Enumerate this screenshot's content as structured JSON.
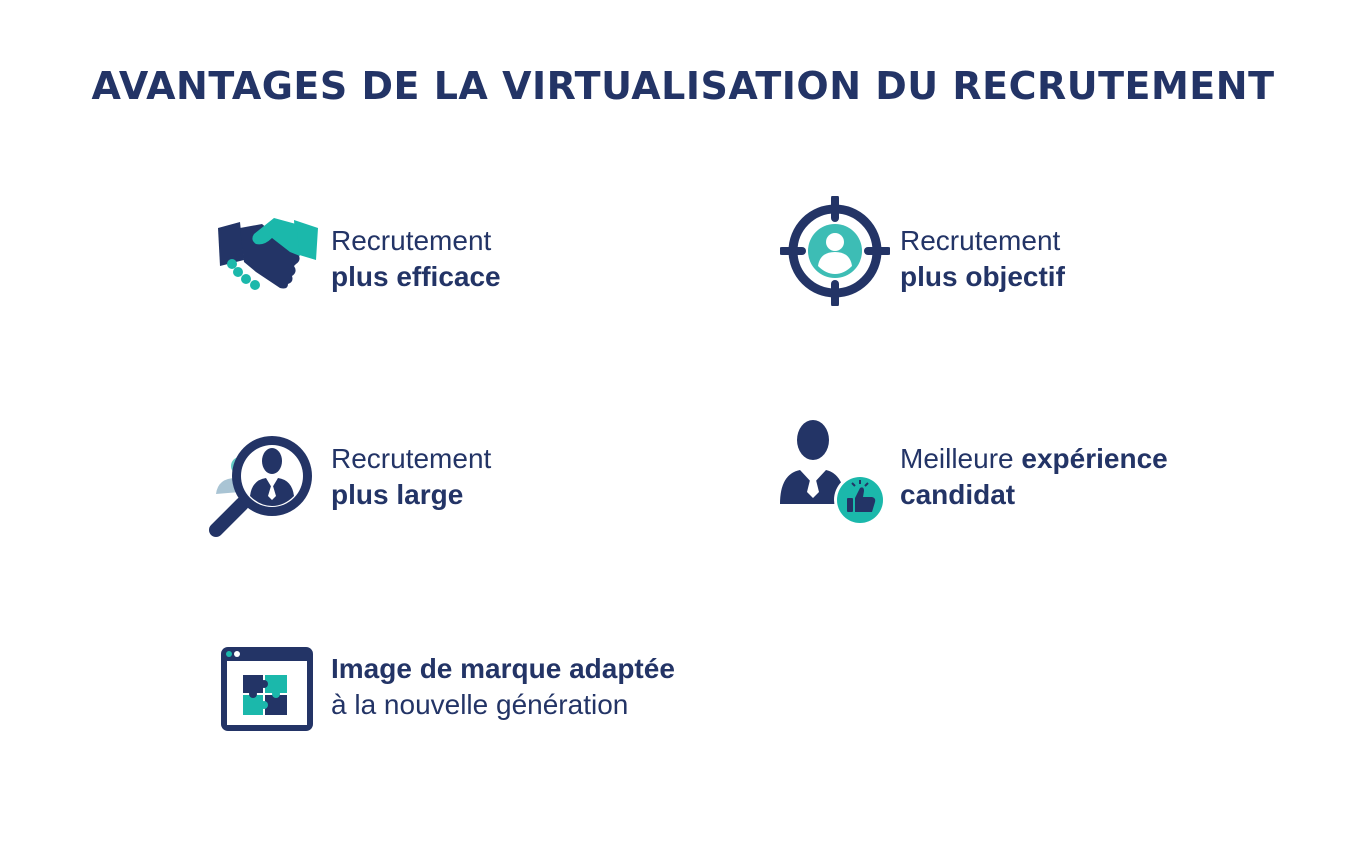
{
  "title": "AVANTAGES DE LA VIRTUALISATION DU RECRUTEMENT",
  "colors": {
    "navy": "#233466",
    "teal": "#1bb8ab",
    "light_teal": "#3dbdb5",
    "pale_blue": "#a9c4d4"
  },
  "items": [
    {
      "icon": "handshake-icon",
      "line1": "Recrutement",
      "line2": "plus efficace"
    },
    {
      "icon": "target-person-icon",
      "line1": "Recrutement",
      "line2": "plus objectif"
    },
    {
      "icon": "magnifier-person-icon",
      "line1": "Recrutement",
      "line2": "plus large"
    },
    {
      "icon": "person-thumbs-up-icon",
      "line1_regular": "Meilleure ",
      "line1_bold": "expérience",
      "line2": "candidat"
    },
    {
      "icon": "browser-puzzle-icon",
      "line1": "Image de marque adaptée",
      "line2": "à la nouvelle génération"
    }
  ]
}
